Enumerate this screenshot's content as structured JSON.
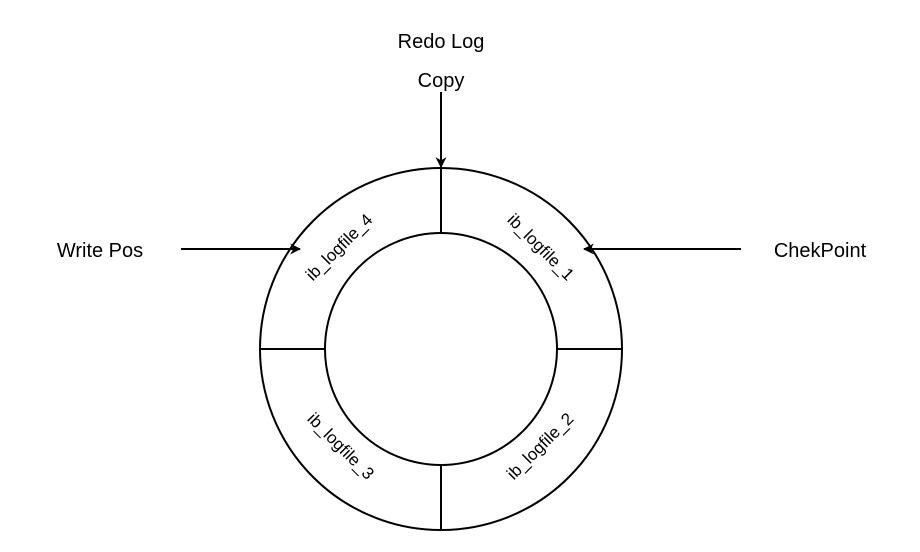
{
  "title": {
    "line1": "Redo Log",
    "line2": "Copy"
  },
  "pointers": {
    "write_pos": "Write Pos",
    "checkpoint": "ChekPoint"
  },
  "segments": [
    {
      "label": "ib_logfile_1"
    },
    {
      "label": "ib_logfile_2"
    },
    {
      "label": "ib_logfile_3"
    },
    {
      "label": "ib_logfile_4"
    }
  ],
  "colors": {
    "stroke": "#000000",
    "background": "#ffffff"
  }
}
